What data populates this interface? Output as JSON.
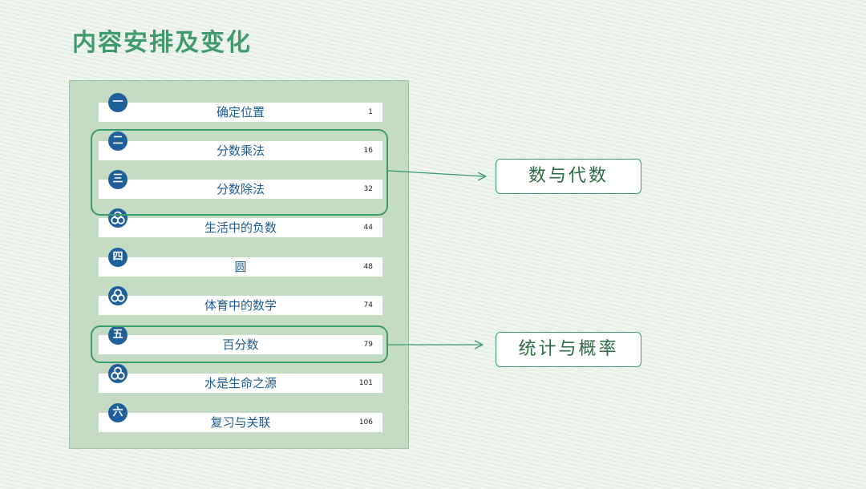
{
  "page": {
    "title": "内容安排及变化"
  },
  "toc": {
    "rows": [
      {
        "badge": "一",
        "title": "确定位置",
        "page": "1"
      },
      {
        "badge": "二",
        "title": "分数乘法",
        "page": "16"
      },
      {
        "badge": "三",
        "title": "分数除法",
        "page": "32"
      },
      {
        "badge": "",
        "badge_icon": "three-circles-icon",
        "title": "生活中的负数",
        "page": "44"
      },
      {
        "badge": "四",
        "title": "圆",
        "page": "48"
      },
      {
        "badge": "",
        "badge_icon": "three-circles-icon",
        "title": "体育中的数学",
        "page": "74"
      },
      {
        "badge": "五",
        "title": "百分数",
        "page": "79"
      },
      {
        "badge": "",
        "badge_icon": "three-circles-icon",
        "title": "水是生命之源",
        "page": "101"
      },
      {
        "badge": "六",
        "title": "复习与关联",
        "page": "106"
      }
    ]
  },
  "categories": {
    "algebra": "数与代数",
    "statistics": "统计与概率"
  },
  "colors": {
    "title": "#3f9a6c",
    "panel": "#c4dcc4",
    "badge": "#1f5f9b",
    "row_text": "#1e5b93",
    "highlight": "#3c9a71",
    "category_text": "#2c6b42"
  }
}
